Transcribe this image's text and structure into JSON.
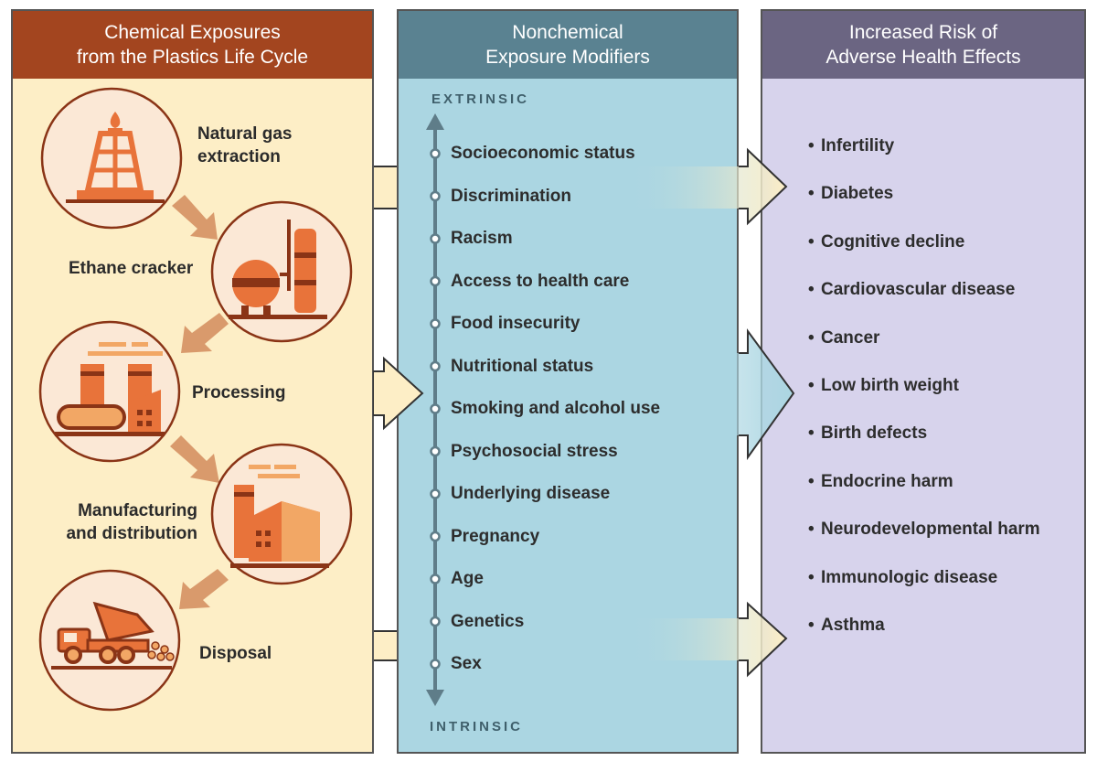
{
  "columns": {
    "chemical": {
      "title_lines": [
        "Chemical Exposures",
        "from the Plastics Life Cycle"
      ]
    },
    "nonchemical": {
      "title_lines": [
        "Nonchemical",
        "Exposure Modifiers"
      ]
    },
    "effects": {
      "title_lines": [
        "Increased Risk of",
        "Adverse Health Effects"
      ]
    }
  },
  "life_cycle_stages": [
    {
      "icon": "gas-rig-icon",
      "label_lines": [
        "Natural gas",
        "extraction"
      ]
    },
    {
      "icon": "ethane-cracker-icon",
      "label_lines": [
        "Ethane cracker"
      ]
    },
    {
      "icon": "processing-plant-icon",
      "label_lines": [
        "Processing"
      ]
    },
    {
      "icon": "factory-icon",
      "label_lines": [
        "Manufacturing",
        "and distribution"
      ]
    },
    {
      "icon": "dump-truck-icon",
      "label_lines": [
        "Disposal"
      ]
    }
  ],
  "axis": {
    "top_label": "EXTRINSIC",
    "bottom_label": "INTRINSIC"
  },
  "modifiers": [
    "Socioeconomic status",
    "Discrimination",
    "Racism",
    "Access to health care",
    "Food insecurity",
    "Nutritional status",
    "Smoking and alcohol use",
    "Psychosocial stress",
    "Underlying disease",
    "Pregnancy",
    "Age",
    "Genetics",
    "Sex"
  ],
  "health_effects": [
    "Infertility",
    "Diabetes",
    "Cognitive decline",
    "Cardiovascular disease",
    "Cancer",
    "Low birth weight",
    "Birth defects",
    "Endocrine harm",
    "Neurodevelopmental harm",
    "Immunologic disease",
    "Asthma"
  ],
  "colors": {
    "chemical_header": "#a3451f",
    "chemical_bg": "#fdeec6",
    "modifier_header": "#5a8291",
    "modifier_bg": "#abd6e2",
    "effects_header": "#6b6582",
    "effects_bg": "#d7d3ec",
    "icon_orange": "#e8733a",
    "icon_dark": "#8a3416",
    "circle_bg": "#fbe8d6",
    "flow_arrow": "#fdeec6",
    "stage_arrow": "#d99a6c",
    "axis": "#5f7d89"
  }
}
